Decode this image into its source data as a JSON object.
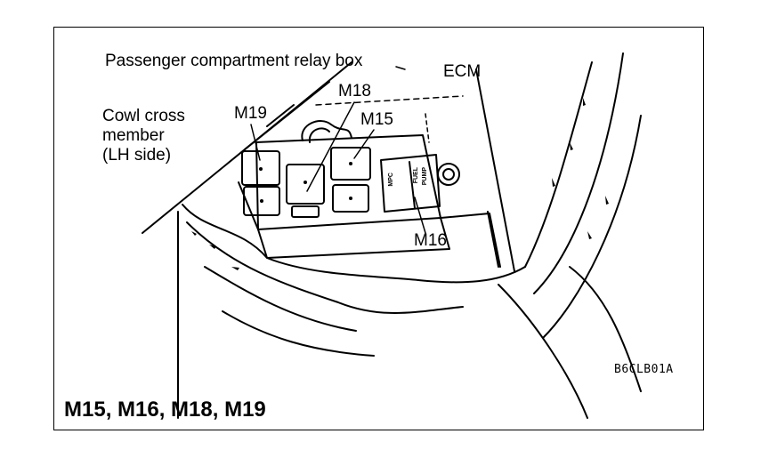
{
  "labels": {
    "relay_box": "Passenger compartment relay box",
    "ecm": "ECM",
    "cowl_line1": "Cowl cross",
    "cowl_line2": "member",
    "cowl_line3": "(LH side)",
    "m18": "M18",
    "m19": "M19",
    "m15": "M15",
    "m16": "M16"
  },
  "figure_code": "B6CLB01A",
  "caption": "M15, M16, M18, M19",
  "component_strip_text": [
    "MPC",
    "FUEL",
    "PUMP"
  ]
}
